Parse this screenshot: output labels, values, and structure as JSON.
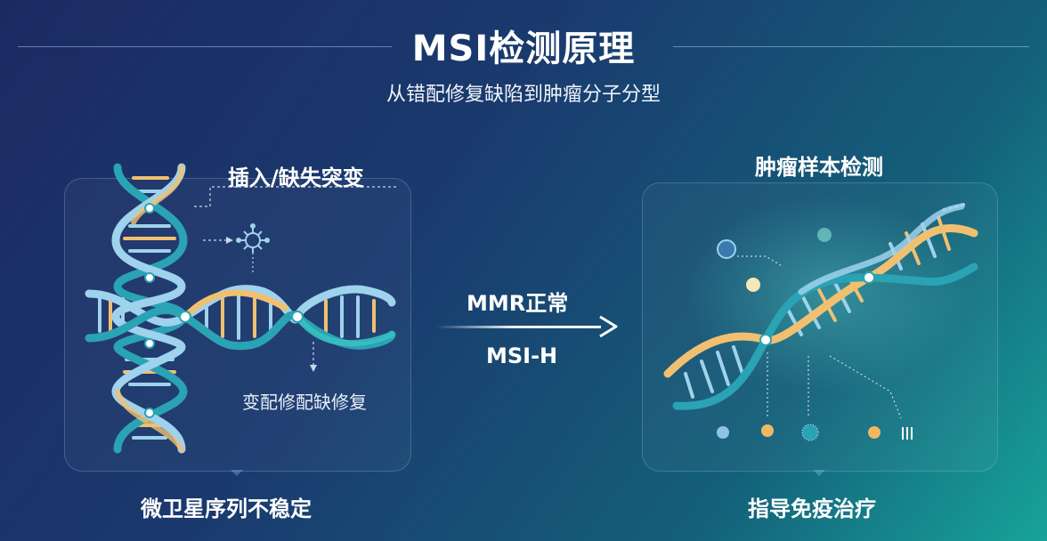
{
  "header": {
    "title": "MSI检测原理",
    "subtitle": "从错配修复缺陷到肿瘤分子分型"
  },
  "left_panel": {
    "annotation_top": "插入/缺失突变",
    "annotation_bottom": "变配修配缺修复",
    "caption": "微卫星序列不稳定"
  },
  "arrow": {
    "label_top": "MMR正常",
    "label_bottom": "MSI-H"
  },
  "right_panel": {
    "heading": "肿瘤样本检测",
    "caption": "指导免疫治疗"
  },
  "colors": {
    "strand_light": "#9fd2ec",
    "strand_teal": "#2aa3b4",
    "strand_gold": "#f0c070",
    "accent_teal": "#38c0c0",
    "background_start": "#1c2a62",
    "background_end": "#17a39a"
  }
}
